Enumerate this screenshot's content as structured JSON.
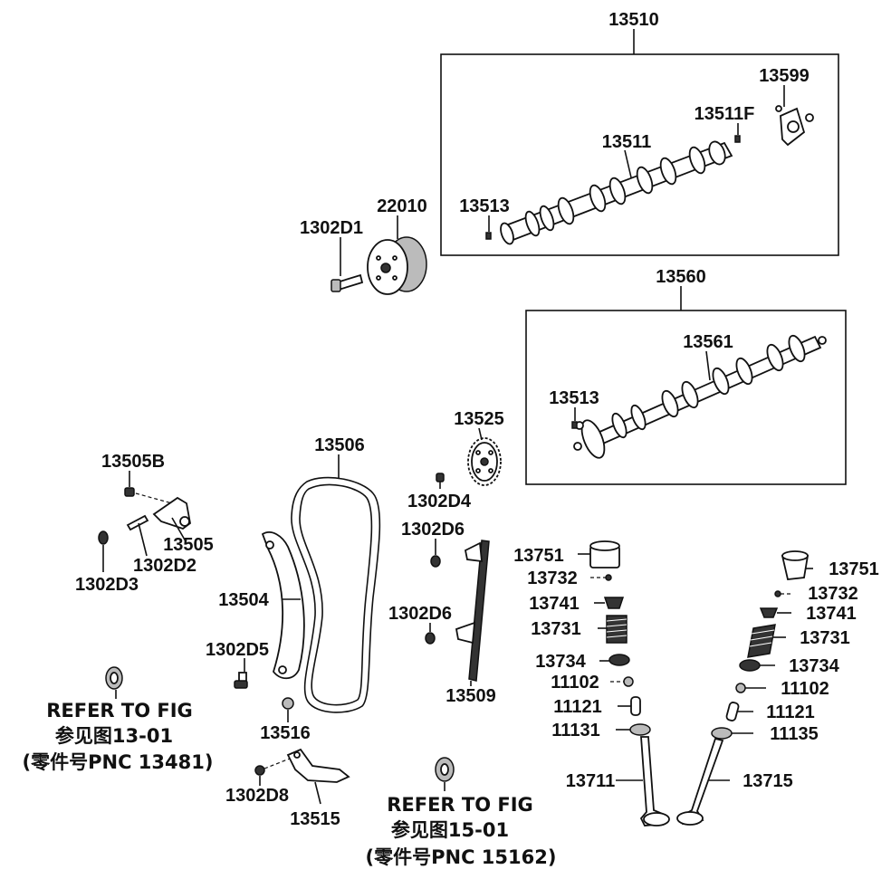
{
  "labels": {
    "l13510": "13510",
    "l13599": "13599",
    "l13511F": "13511F",
    "l13511": "13511",
    "l13513a": "13513",
    "l22010": "22010",
    "l1302D1": "1302D1",
    "l13560": "13560",
    "l13561": "13561",
    "l13513b": "13513",
    "l13525": "13525",
    "l13506": "13506",
    "l13505B": "13505B",
    "l1302D4": "1302D4",
    "l1302D6a": "1302D6",
    "l13505": "13505",
    "l1302D2": "1302D2",
    "l1302D3": "1302D3",
    "l13504": "13504",
    "l1302D6b": "1302D6",
    "l1302D5": "1302D5",
    "l13509": "13509",
    "l13516": "13516",
    "l1302D8": "1302D8",
    "l13515": "13515",
    "l13751a": "13751",
    "l13732a": "13732",
    "l13741a": "13741",
    "l13731a": "13731",
    "l13734a": "13734",
    "l11102a": "11102",
    "l11121a": "11121",
    "l11131": "11131",
    "l13711": "13711",
    "l13751b": "13751",
    "l13732b": "13732",
    "l13741b": "13741",
    "l13731b": "13731",
    "l13734b": "13734",
    "l11102b": "11102",
    "l11121b": "11121",
    "l11135": "11135",
    "l13715": "13715"
  },
  "refs": {
    "left": {
      "line1": "REFER TO FIG",
      "line2": "参见图13-01",
      "line3": "(零件号PNC 13481)"
    },
    "bottom": {
      "line1": "REFER TO FIG",
      "line2": "参见图15-01",
      "line3": "(零件号PNC 15162)"
    }
  }
}
